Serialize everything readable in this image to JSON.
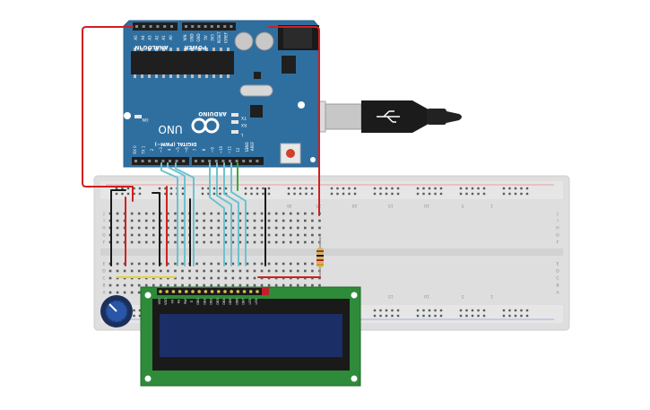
{
  "arduino": {
    "brand": "ARDUINO",
    "model": "UNO",
    "power_label": "POWER",
    "analog_label": "ANALOG IN",
    "digital_label": "DIGITAL (PWM~)",
    "on_label": "ON",
    "tx_label": "TX",
    "rx_label": "RX",
    "l_label": "L",
    "aref_label": "AREF",
    "gnd_label": "GND",
    "power_pins": [
      "IOREF",
      "RESET",
      "3V3",
      "5V",
      "GND",
      "GND",
      "VIN"
    ],
    "analog_pins": [
      "A0",
      "A1",
      "A2",
      "A3",
      "A4",
      "A5"
    ],
    "digital_pins": [
      "13",
      "12",
      "~11",
      "~10",
      "~9",
      "8",
      "7",
      "~6",
      "~5",
      "4",
      "~3",
      "2",
      "TX 1",
      "RX 0"
    ]
  },
  "breadboard": {
    "column_numbers": [
      "1",
      "5",
      "10",
      "15",
      "20",
      "25",
      "30"
    ],
    "row_letters_top": [
      "J",
      "I",
      "H",
      "G",
      "F"
    ],
    "row_letters_bottom": [
      "E",
      "D",
      "C",
      "B",
      "A"
    ]
  },
  "lcd": {
    "pins": [
      "VSS",
      "VDD",
      "V0",
      "RS",
      "RW",
      "E",
      "DB0",
      "DB1",
      "DB2",
      "DB3",
      "DB4",
      "DB5",
      "DB6",
      "DB7",
      "LED",
      "LED"
    ]
  },
  "colors": {
    "board_blue": "#2f6fa0",
    "breadboard": "#dedede",
    "wire_red": "#d02020",
    "wire_black": "#1a1a1a",
    "wire_cyan": "#6cc3cf",
    "wire_green": "#3aa63a",
    "wire_yellow": "#e8d230",
    "lcd_green": "#2e8b3a",
    "lcd_screen": "#1c2e66"
  }
}
